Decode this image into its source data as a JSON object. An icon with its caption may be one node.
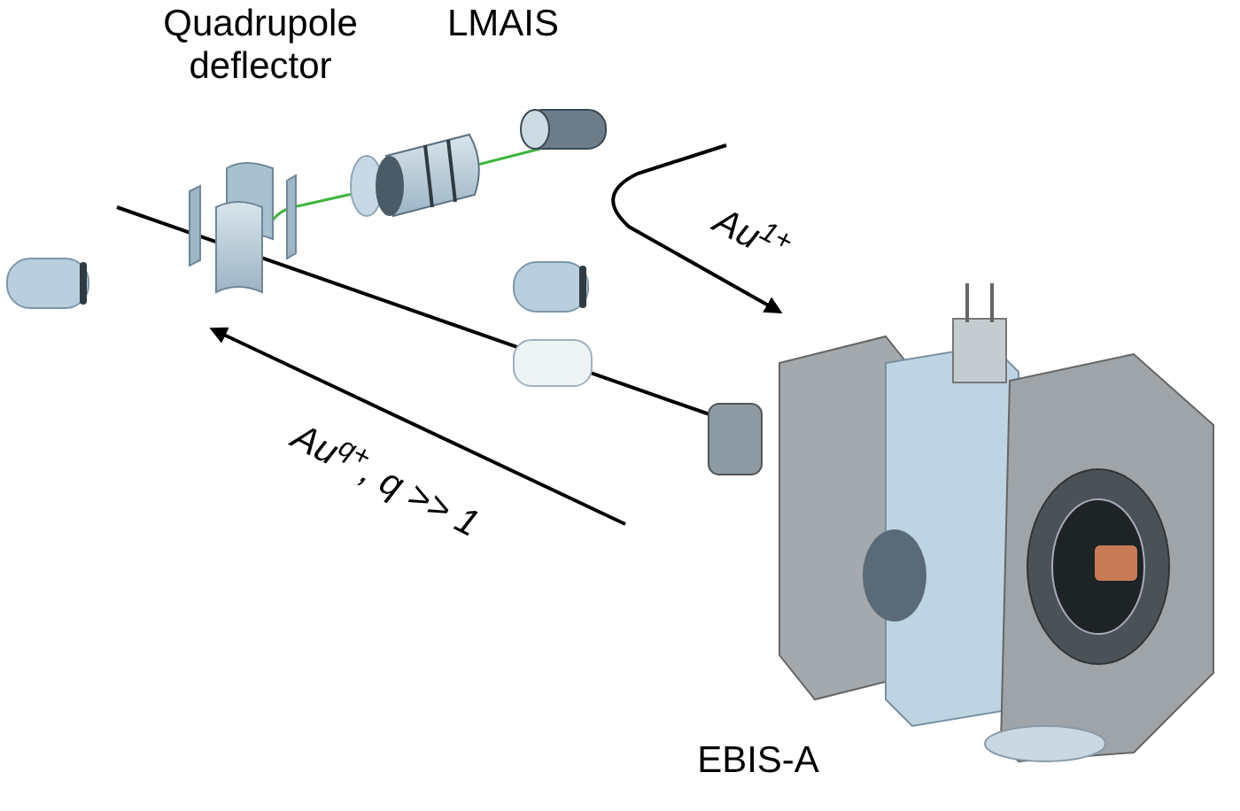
{
  "diagram": {
    "nodes": [
      {
        "text": [
          "Quadrupole deflector"
        ]
      },
      {
        "text": [
          "LMAIS"
        ]
      },
      {
        "text": [
          "EBIS-A"
        ]
      }
    ],
    "labels": [
      "Au$^{1+}$",
      "Au$^{q+}$, q >> 1"
    ]
  }
}
